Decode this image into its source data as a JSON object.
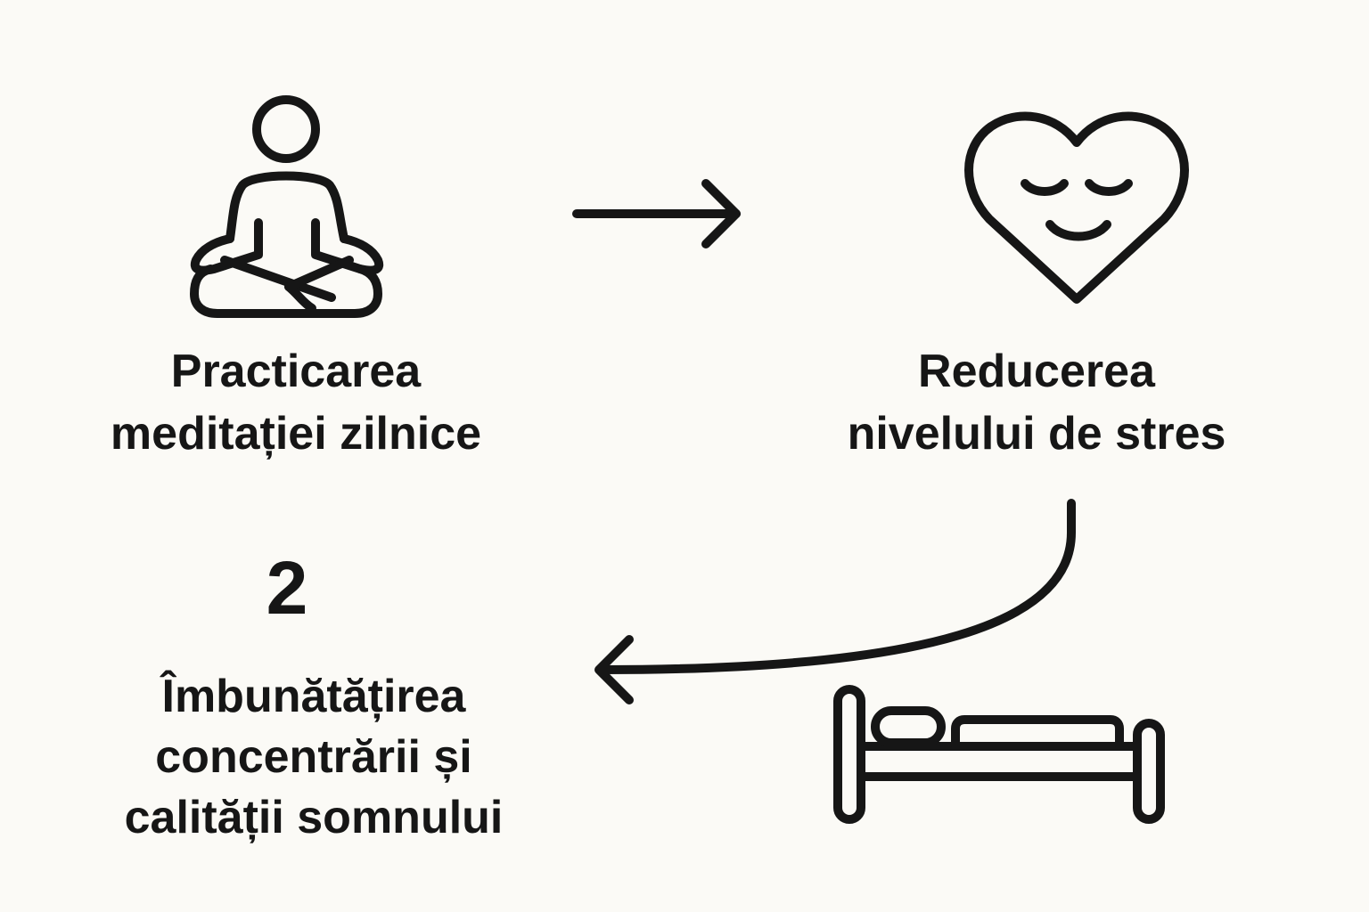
{
  "steps": {
    "meditation": {
      "line1": "Practicarea",
      "line2": "meditației zilnice"
    },
    "stress": {
      "line1": "Reducerea",
      "line2": "nivelului de stres"
    },
    "result": {
      "number": "2",
      "line1": "Îmbunătățirea",
      "line2": "concentrării și",
      "line3": "calității somnului"
    }
  },
  "icons": {
    "meditation": "meditating-person-icon",
    "stress": "smiling-heart-icon",
    "sleep": "bed-icon"
  },
  "colors": {
    "background": "#fbfaf6",
    "ink": "#161616"
  }
}
